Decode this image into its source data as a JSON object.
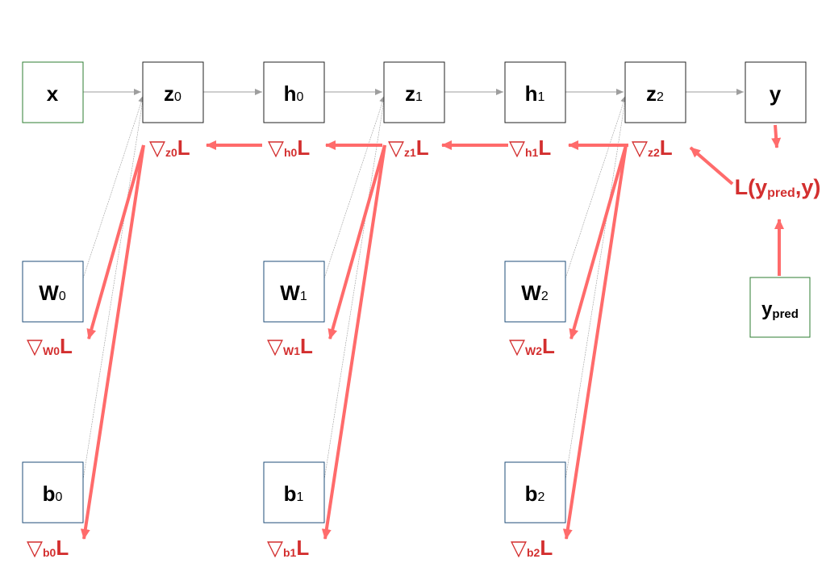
{
  "colors": {
    "gradient": "#ff6b6b",
    "gradient_text": "#d32f2f",
    "forward": "#9e9e9e",
    "input_border": "#2e7d32",
    "param_border": "#1f4e79",
    "op_border": "#222222"
  },
  "nodes": {
    "x": {
      "main": "x",
      "sub": ""
    },
    "z0": {
      "main": "z",
      "sub": "0"
    },
    "h0": {
      "main": "h",
      "sub": "0"
    },
    "z1": {
      "main": "z",
      "sub": "1"
    },
    "h1": {
      "main": "h",
      "sub": "1"
    },
    "z2": {
      "main": "z",
      "sub": "2"
    },
    "y": {
      "main": "y",
      "sub": ""
    },
    "W0": {
      "main": "W",
      "sub": "0"
    },
    "W1": {
      "main": "W",
      "sub": "1"
    },
    "W2": {
      "main": "W",
      "sub": "2"
    },
    "b0": {
      "main": "b",
      "sub": "0"
    },
    "b1": {
      "main": "b",
      "sub": "1"
    },
    "b2": {
      "main": "b",
      "sub": "2"
    },
    "ypred": {
      "main": "y",
      "sub": "pred"
    }
  },
  "gradients": {
    "symbol": "▽",
    "loss_letter": "L",
    "z0": "z0",
    "h0": "h0",
    "z1": "z1",
    "h1": "h1",
    "z2": "z2",
    "W0": "W0",
    "W1": "W1",
    "W2": "W2",
    "b0": "b0",
    "b1": "b1",
    "b2": "b2"
  },
  "loss": {
    "prefix": "L(y",
    "sub": "pred",
    "suffix": ",y)"
  }
}
